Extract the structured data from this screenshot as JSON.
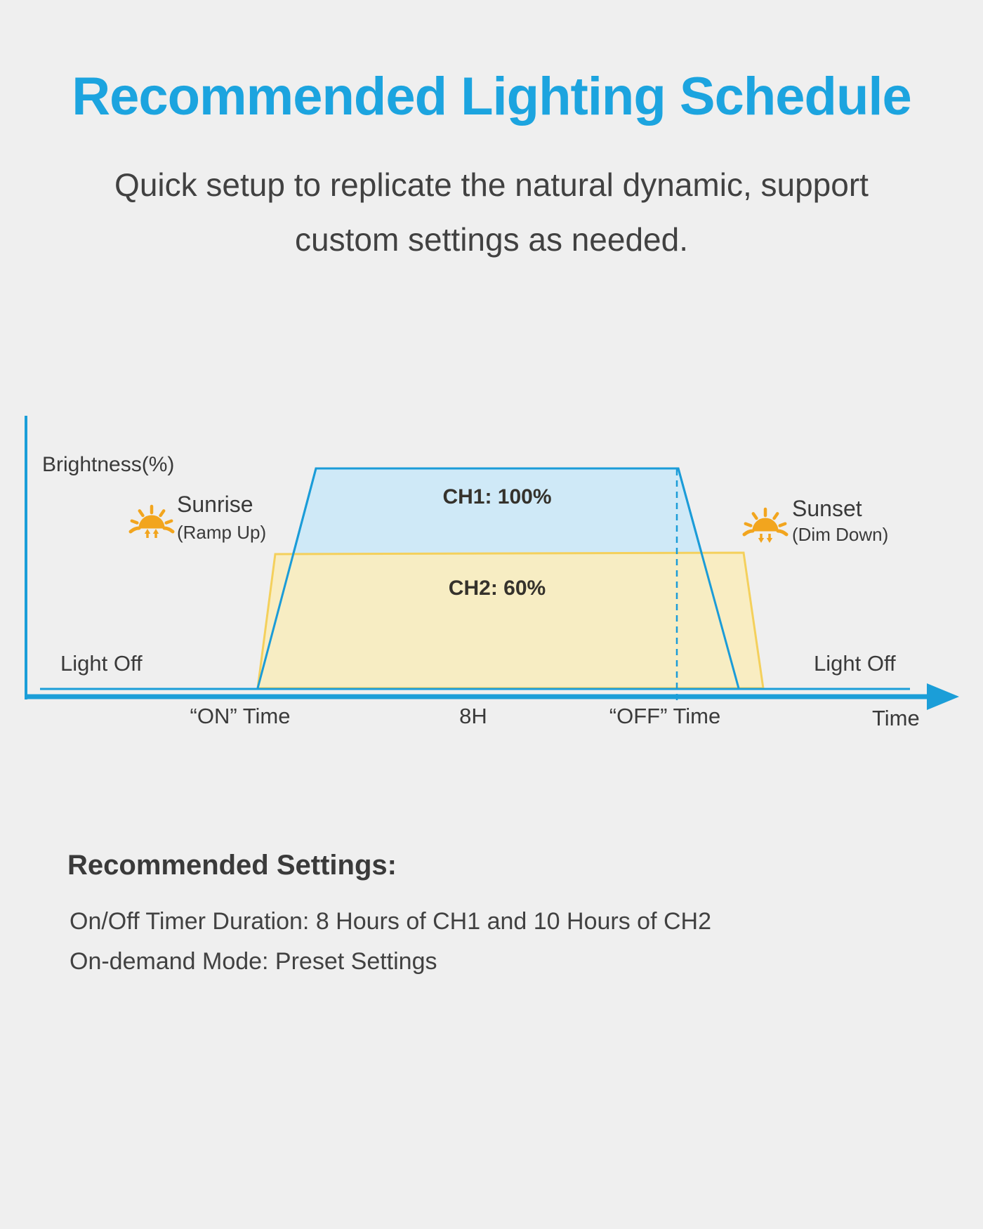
{
  "page": {
    "title": "Recommended Lighting Schedule",
    "subtitle_line1": "Quick setup to replicate the natural dynamic, support",
    "subtitle_line2": "custom settings as needed."
  },
  "chart": {
    "y_axis_label": "Brightness(%)",
    "time_label": "Time",
    "on_time_label": "“ON” Time",
    "duration_label": "8H",
    "off_time_label": "“OFF” Time",
    "light_off_left": "Light Off",
    "light_off_right": "Light Off",
    "ch1_label": "CH1: 100%",
    "ch2_label": "CH2: 60%",
    "sunrise": {
      "label": "Sunrise",
      "sublabel": "(Ramp Up)"
    },
    "sunset": {
      "label": "Sunset",
      "sublabel": "(Dim Down)"
    }
  },
  "chart_data": {
    "type": "area",
    "title": "Recommended Lighting Schedule",
    "xlabel": "Time",
    "ylabel": "Brightness(%)",
    "ylim": [
      0,
      100
    ],
    "grid": false,
    "legend_position": "none",
    "x_ticks": [
      "“ON” Time",
      "8H",
      "“OFF” Time",
      "Time"
    ],
    "series": [
      {
        "name": "CH1",
        "label": "CH1: 100%",
        "peak_brightness_pct": 100,
        "plateau_duration_hours": 8,
        "profile": [
          {
            "x": "“ON” Time",
            "y": 0
          },
          {
            "x": "ramp-up end",
            "y": 100
          },
          {
            "x": "“OFF” Time",
            "y": 100
          },
          {
            "x": "dim-down end",
            "y": 0
          }
        ],
        "fill": "#cfe9f7",
        "stroke": "#1b9cd8"
      },
      {
        "name": "CH2",
        "label": "CH2: 60%",
        "peak_brightness_pct": 60,
        "total_duration_hours": 10,
        "profile": [
          {
            "x": "“ON” Time",
            "y": 0
          },
          {
            "x": "ramp-up end",
            "y": 60
          },
          {
            "x": "after “OFF” Time",
            "y": 60
          },
          {
            "x": "dim-down end",
            "y": 0
          }
        ],
        "fill": "#faedbe",
        "stroke": "#f4d05c"
      }
    ],
    "annotations": [
      {
        "text": "Sunrise (Ramp Up)",
        "position": "left of CH1 ramp"
      },
      {
        "text": "Sunset (Dim Down)",
        "position": "right of CH1 dim"
      },
      {
        "text": "Light Off",
        "position": "left baseline"
      },
      {
        "text": "Light Off",
        "position": "right baseline"
      },
      {
        "text": "dashed vertical line at “OFF” Time",
        "position": "x = OFF time"
      }
    ]
  },
  "settings": {
    "heading": "Recommended Settings:",
    "line1": "On/Off Timer Duration: 8 Hours of CH1 and 10 Hours of CH2",
    "line2": "On-demand Mode: Preset Settings"
  },
  "colors": {
    "background": "#efefef",
    "title_blue": "#1ca4df",
    "axis_blue": "#1b9ed8",
    "ch1_fill": "#cfe9f7",
    "ch1_stroke": "#1b9cd8",
    "ch2_fill": "#faedbe",
    "ch2_stroke": "#f4d05c",
    "sun_orange": "#f2a51e",
    "text_dark": "#3a3a3a"
  }
}
